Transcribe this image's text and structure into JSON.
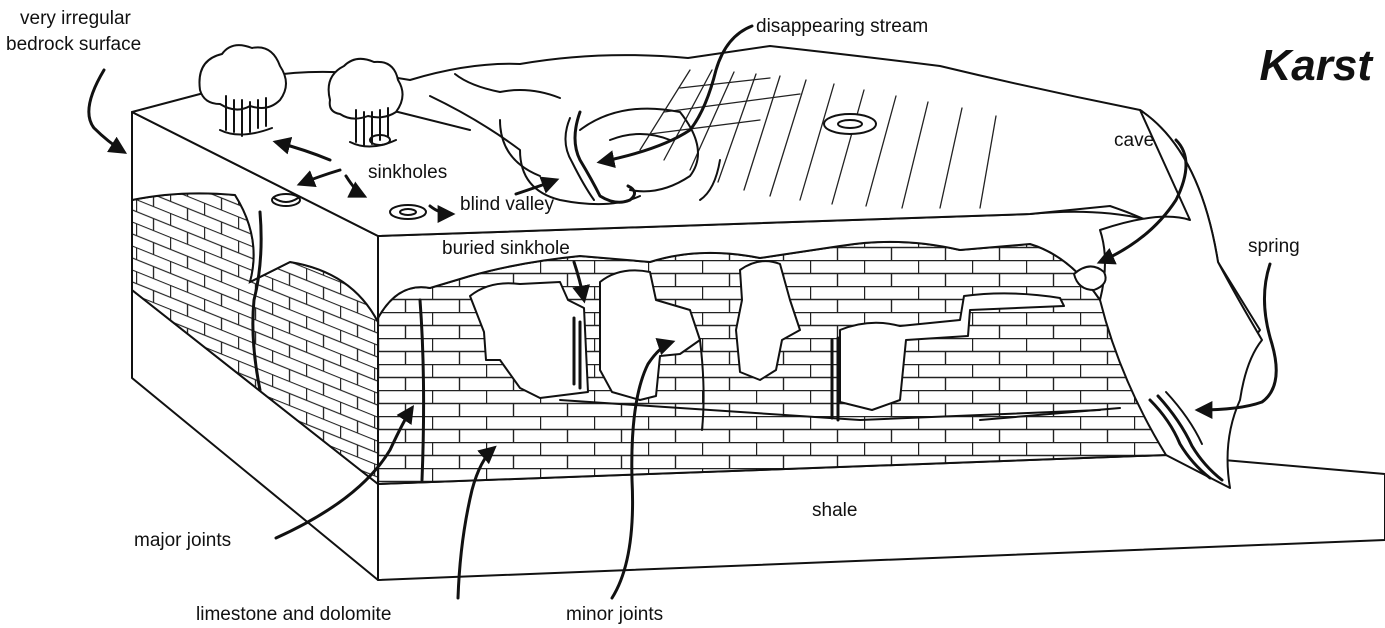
{
  "diagram": {
    "title": "Karst",
    "labels": {
      "bedrock_surface_line1": "very irregular",
      "bedrock_surface_line2": "bedrock surface",
      "disappearing_stream": "disappearing stream",
      "sinkholes": "sinkholes",
      "blind_valley": "blind valley",
      "cave": "cave",
      "buried_sinkhole": "buried sinkhole",
      "spring": "spring",
      "shale": "shale",
      "major_joints": "major joints",
      "limestone_dolomite": "limestone and dolomite",
      "minor_joints": "minor joints"
    }
  }
}
